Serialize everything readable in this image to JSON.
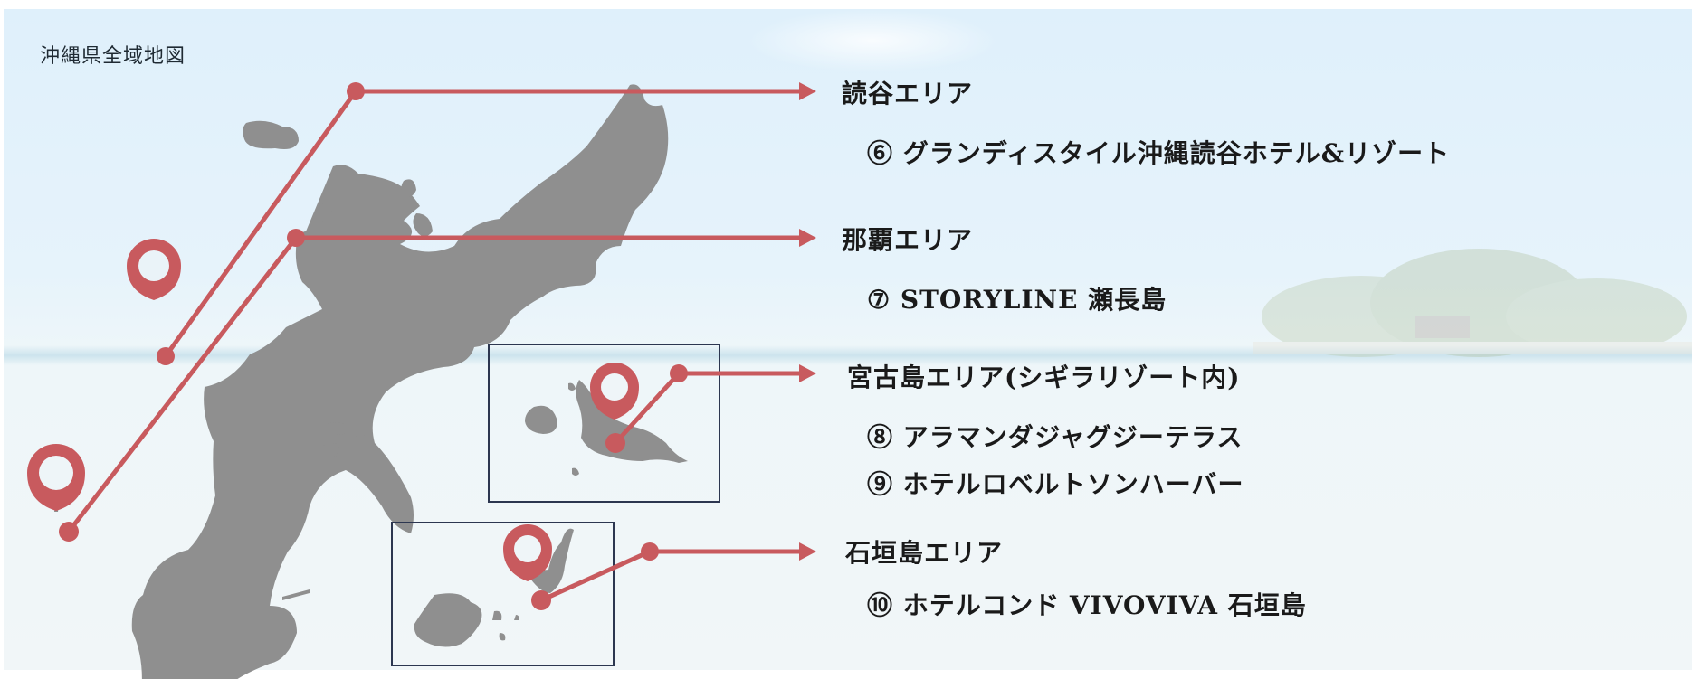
{
  "map": {
    "title": "沖縄県全域地図",
    "accent_color": "#c85a5e",
    "land_color": "#8f8f8f",
    "inset_border_color": "#2c3650"
  },
  "areas": [
    {
      "label": "読谷エリア",
      "hotels": [
        {
          "number": "⑥",
          "name": "グランディスタイル沖縄読谷ホテル&リゾート"
        }
      ]
    },
    {
      "label": "那覇エリア",
      "hotels": [
        {
          "number": "⑦",
          "name": "STORYLINE 瀬長島"
        }
      ]
    },
    {
      "label": "宮古島エリア(シギラリゾート内)",
      "hotels": [
        {
          "number": "⑧",
          "name": "アラマンダジャグジーテラス"
        },
        {
          "number": "⑨",
          "name": "ホテルロベルトソンハーバー"
        }
      ]
    },
    {
      "label": "石垣島エリア",
      "hotels": [
        {
          "number": "⑩",
          "name": "ホテルコンド VIVOVIVA 石垣島"
        }
      ]
    }
  ],
  "hotel_lines": {
    "yomitan_0": "⑥ グランディスタイル沖縄読谷ホテル&リゾート",
    "naha_0": "⑦ STORYLINE 瀬長島",
    "miyako_0": "⑧ アラマンダジャグジーテラス",
    "miyako_1": "⑨ ホテルロベルトソンハーバー",
    "ishigaki_0": "⑩ ホテルコンド VIVOVIVA 石垣島"
  }
}
